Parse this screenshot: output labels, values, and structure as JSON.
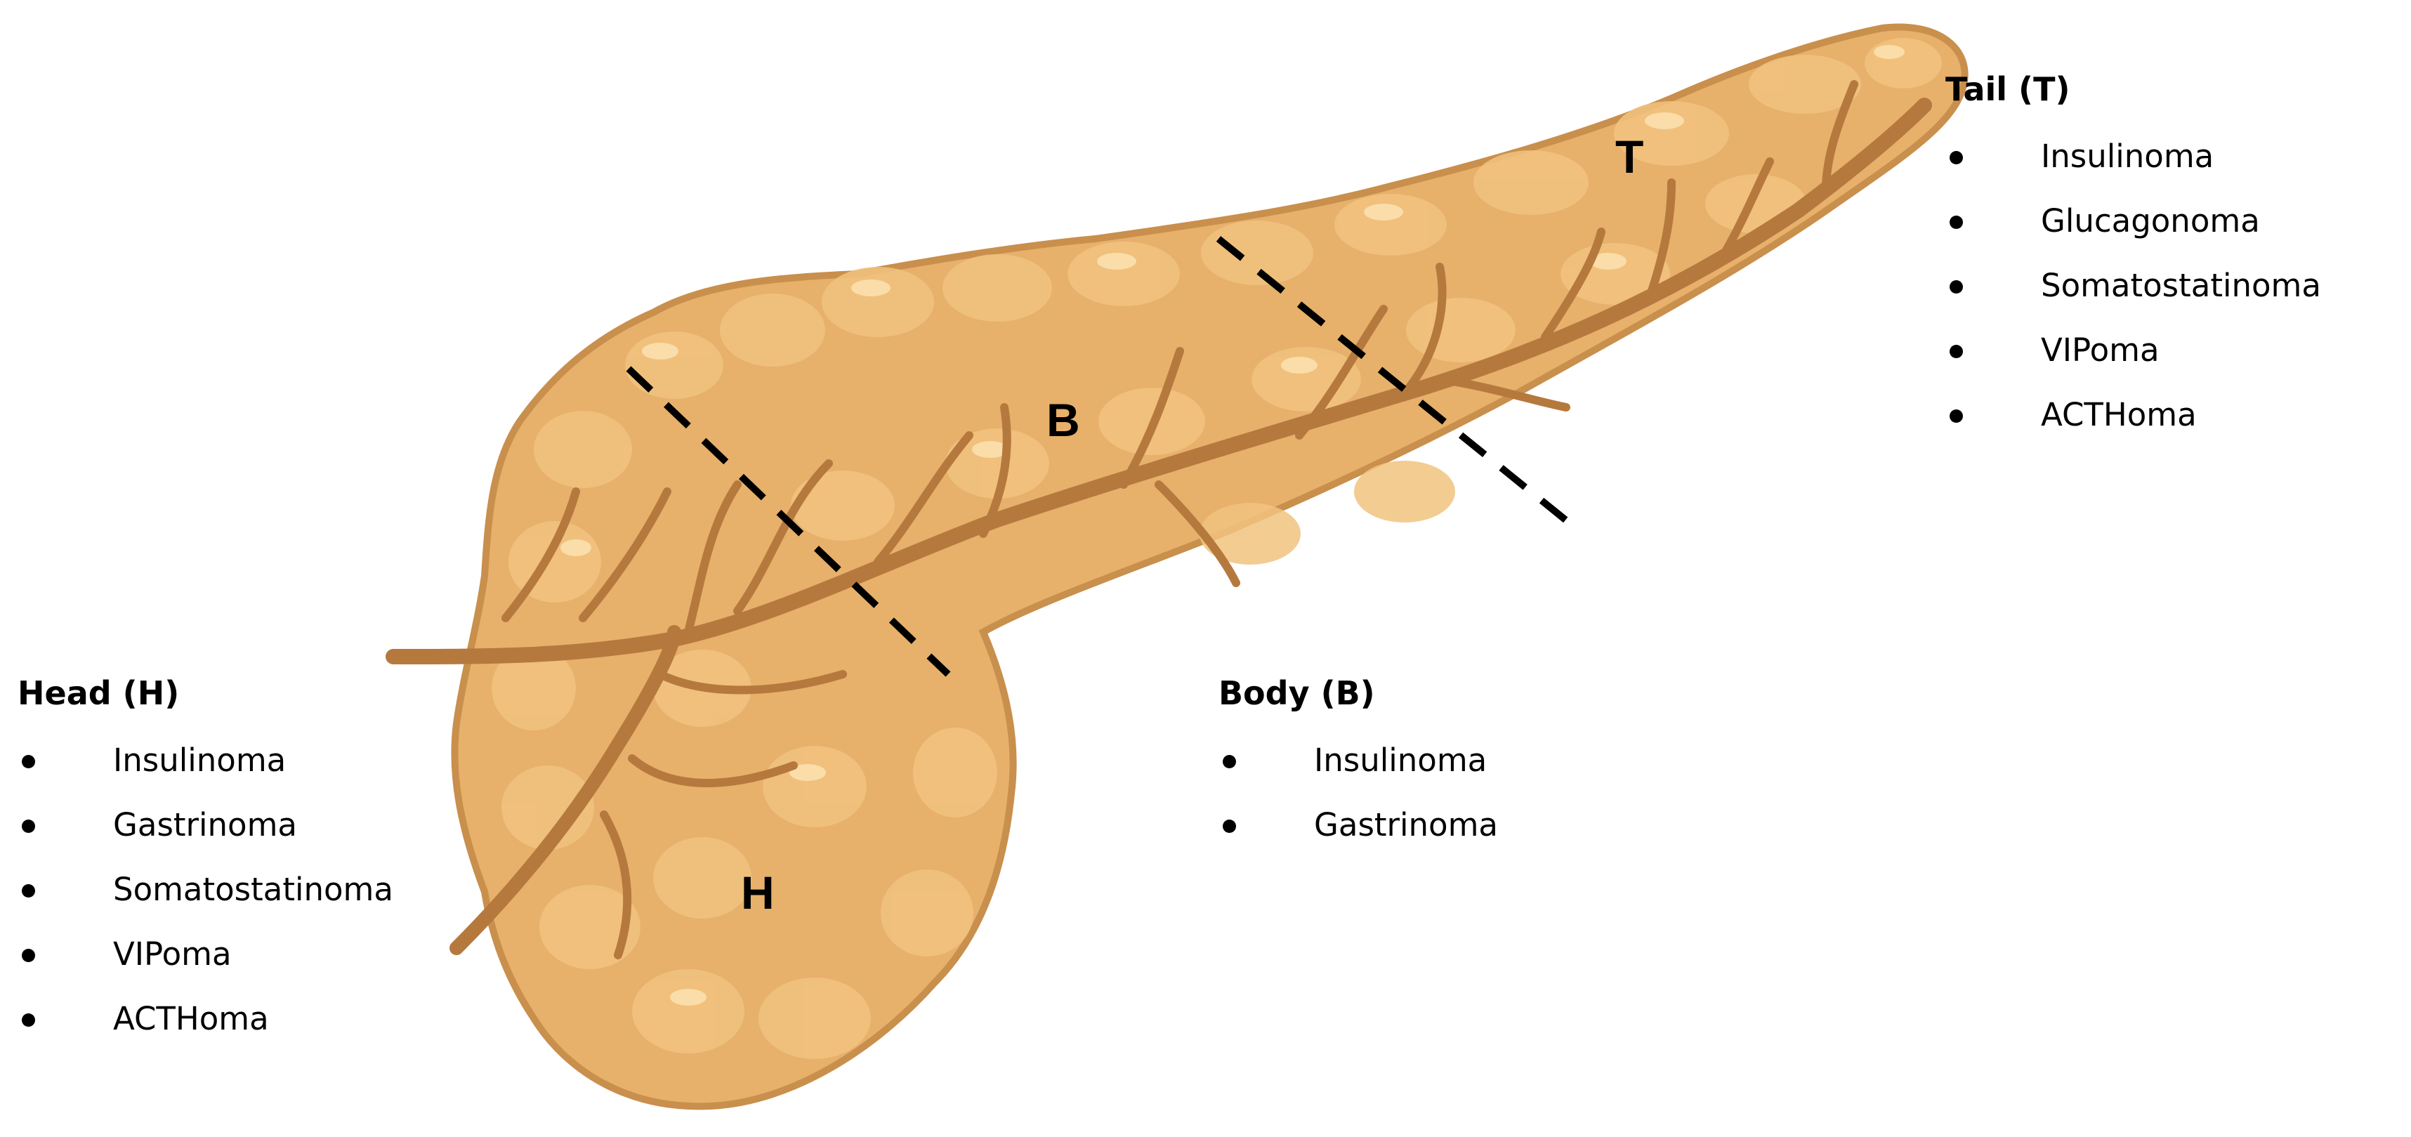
{
  "colors": {
    "tissue": "#E7B06B",
    "tissue_shadow": "#C98F4C",
    "tissue_highlight": "#F6D39A",
    "duct": "#B5793E",
    "divider": "#000000"
  },
  "region_labels": {
    "head": "H",
    "body": "B",
    "tail": "T"
  },
  "legends": {
    "tail": {
      "title": "Tail (T)",
      "items": [
        "Insulinoma",
        "Glucagonoma",
        "Somatostatinoma",
        "VIPoma",
        "ACTHoma"
      ]
    },
    "head": {
      "title": "Head (H)",
      "items": [
        "Insulinoma",
        "Gastrinoma",
        "Somatostatinoma",
        "VIPoma",
        "ACTHoma"
      ]
    },
    "body": {
      "title": "Body (B)",
      "items": [
        "Insulinoma",
        "Gastrinoma"
      ]
    }
  }
}
